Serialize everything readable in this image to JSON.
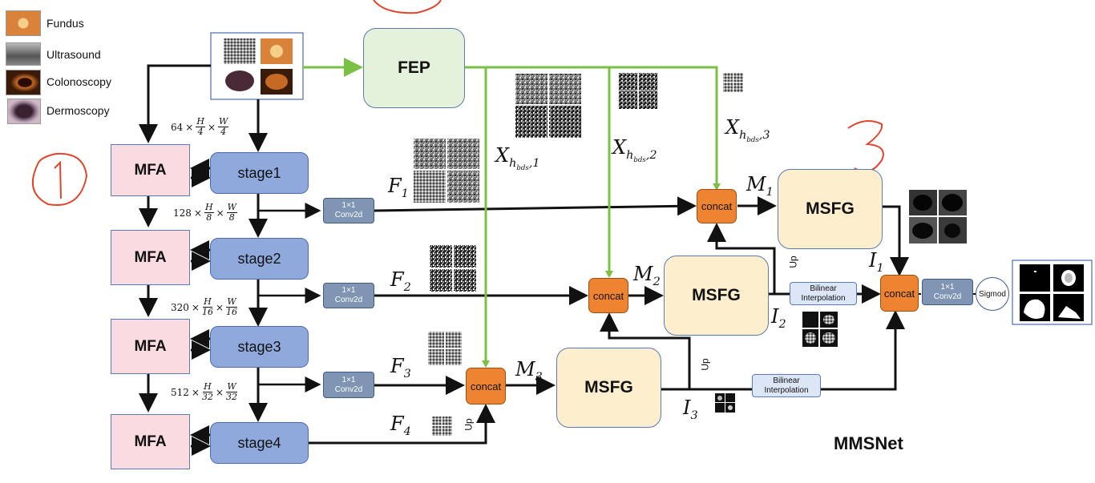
{
  "legend": [
    {
      "label": "Fundus",
      "color": "#d9823a"
    },
    {
      "label": "Ultrasound",
      "color": "#8a8a8a"
    },
    {
      "label": "Colonoscopy",
      "color": "#7a3a16"
    },
    {
      "label": "Dermoscopy",
      "color": "#6b4b5a"
    }
  ],
  "blocks": {
    "fep": "FEP",
    "mfa": [
      "MFA",
      "MFA",
      "MFA",
      "MFA"
    ],
    "stages": [
      "stage1",
      "stage2",
      "stage3",
      "stage4"
    ],
    "conv": [
      "1×1",
      "Conv2d"
    ],
    "concat": "concat",
    "msfg": "MSFG",
    "bilinear": [
      "Bilinear",
      "Interpolation"
    ],
    "sigmoid": "Sigmod",
    "up": "Up"
  },
  "dims": [
    {
      "c": "64",
      "h": "4",
      "w": "4"
    },
    {
      "c": "128",
      "h": "8",
      "w": "8"
    },
    {
      "c": "320",
      "h": "16",
      "w": "16"
    },
    {
      "c": "512",
      "h": "32",
      "w": "32"
    }
  ],
  "dims_symbols": {
    "times": "×",
    "H": "H",
    "W": "W"
  },
  "labels": {
    "F": [
      "1",
      "2",
      "3",
      "4"
    ],
    "M": [
      "1",
      "2",
      "3"
    ],
    "I": [
      "1",
      "2",
      "3"
    ],
    "X": [
      "1",
      "2",
      "3"
    ],
    "X_sub": "h",
    "X_subsub": "bds",
    "F_base": "F",
    "M_base": "M",
    "I_base": "I",
    "X_base": "X"
  },
  "model_name": "MMSNet",
  "annotations": [
    "1",
    "3"
  ],
  "colors": {
    "green_arrow": "#7ac143",
    "black_arrow": "#111111",
    "red_annotation": "#e0452c",
    "mfa": "#f9dbe0",
    "stage": "#8fa9dc",
    "concat": "#ee8332",
    "msfg": "#fdeecd",
    "fep": "#e4f2dc"
  }
}
